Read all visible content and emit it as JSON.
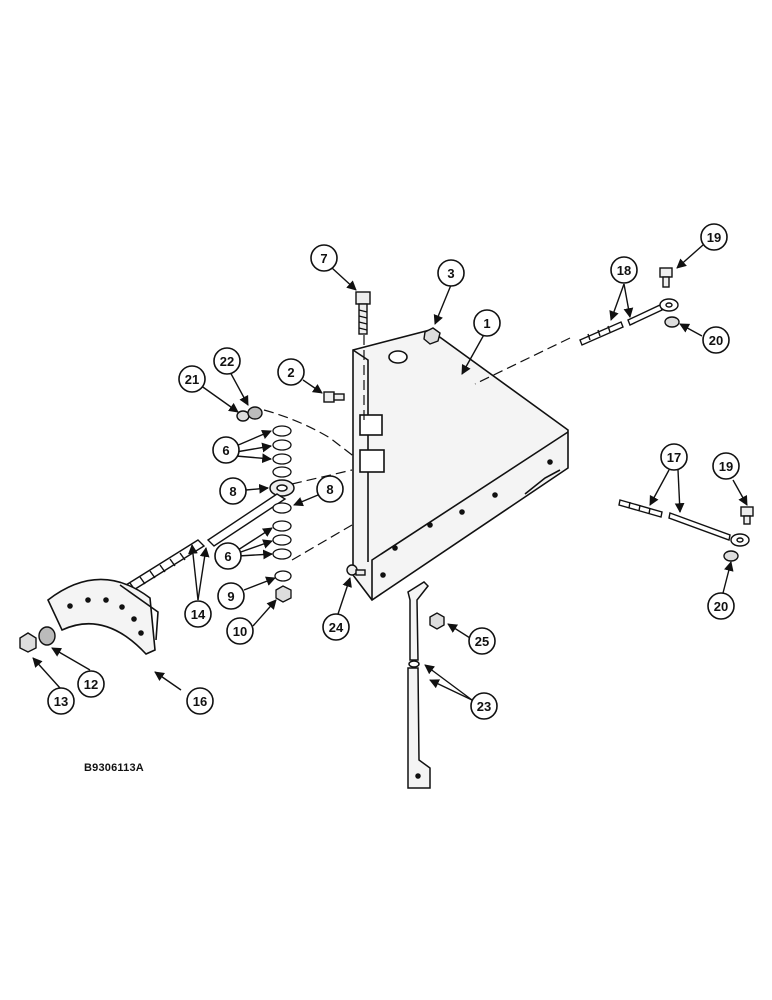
{
  "reference_code": "B9306113A",
  "colors": {
    "ink": "#111111",
    "paper": "#ffffff",
    "part_fill": "#f4f4f4"
  },
  "callouts": [
    {
      "id": "c1",
      "label": "1"
    },
    {
      "id": "c2",
      "label": "2"
    },
    {
      "id": "c3",
      "label": "3"
    },
    {
      "id": "c6a",
      "label": "6"
    },
    {
      "id": "c6b",
      "label": "6"
    },
    {
      "id": "c7",
      "label": "7"
    },
    {
      "id": "c8a",
      "label": "8"
    },
    {
      "id": "c8b",
      "label": "8"
    },
    {
      "id": "c9",
      "label": "9"
    },
    {
      "id": "c10",
      "label": "10"
    },
    {
      "id": "c12",
      "label": "12"
    },
    {
      "id": "c13",
      "label": "13"
    },
    {
      "id": "c14",
      "label": "14"
    },
    {
      "id": "c16",
      "label": "16"
    },
    {
      "id": "c17",
      "label": "17"
    },
    {
      "id": "c18",
      "label": "18"
    },
    {
      "id": "c19a",
      "label": "19"
    },
    {
      "id": "c19b",
      "label": "19"
    },
    {
      "id": "c20a",
      "label": "20"
    },
    {
      "id": "c20b",
      "label": "20"
    },
    {
      "id": "c21",
      "label": "21"
    },
    {
      "id": "c22",
      "label": "22"
    },
    {
      "id": "c23",
      "label": "23"
    },
    {
      "id": "c24",
      "label": "24"
    },
    {
      "id": "c25",
      "label": "25"
    }
  ]
}
